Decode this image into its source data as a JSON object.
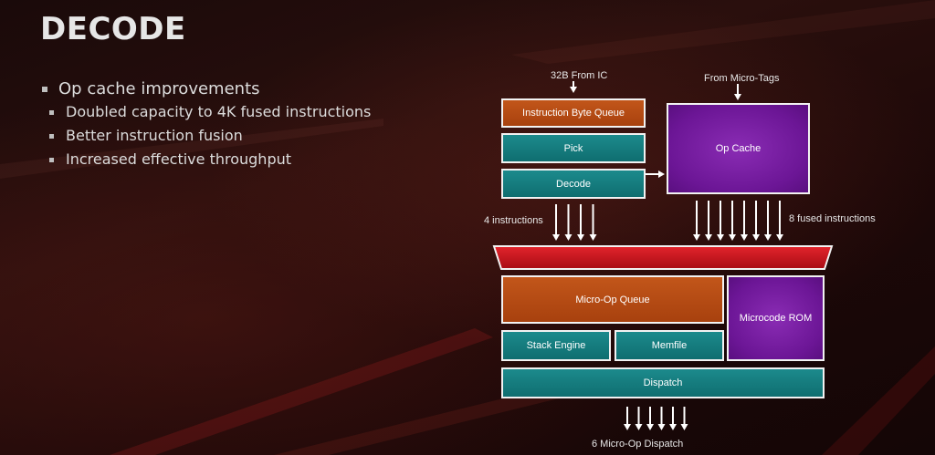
{
  "slide": {
    "title": "DECODE",
    "bullets": [
      "Op cache improvements",
      "Doubled capacity to 4K fused instructions",
      "Better instruction fusion",
      "Increased effective throughput"
    ]
  },
  "diagram": {
    "labels": {
      "from_ic": "32B From IC",
      "from_micro_tags": "From Micro-Tags",
      "four_instr": "4 instructions",
      "eight_fused": "8 fused instructions",
      "dispatch_out": "6 Micro-Op Dispatch"
    },
    "blocks": {
      "ibq": "Instruction Byte Queue",
      "pick": "Pick",
      "decode": "Decode",
      "op_cache": "Op Cache",
      "micro_op_queue": "Micro-Op Queue",
      "microcode_rom": "Microcode ROM",
      "stack_engine": "Stack Engine",
      "memfile": "Memfile",
      "dispatch": "Dispatch"
    },
    "arrow_counts": {
      "four_instructions": 4,
      "eight_fused": 8,
      "micro_op_dispatch": 6
    }
  },
  "colors": {
    "orange": "#b84a14",
    "teal": "#167c7e",
    "purple": "#7a1fa6",
    "red_bar": "#c8141e",
    "border": "#f2f2f2"
  }
}
